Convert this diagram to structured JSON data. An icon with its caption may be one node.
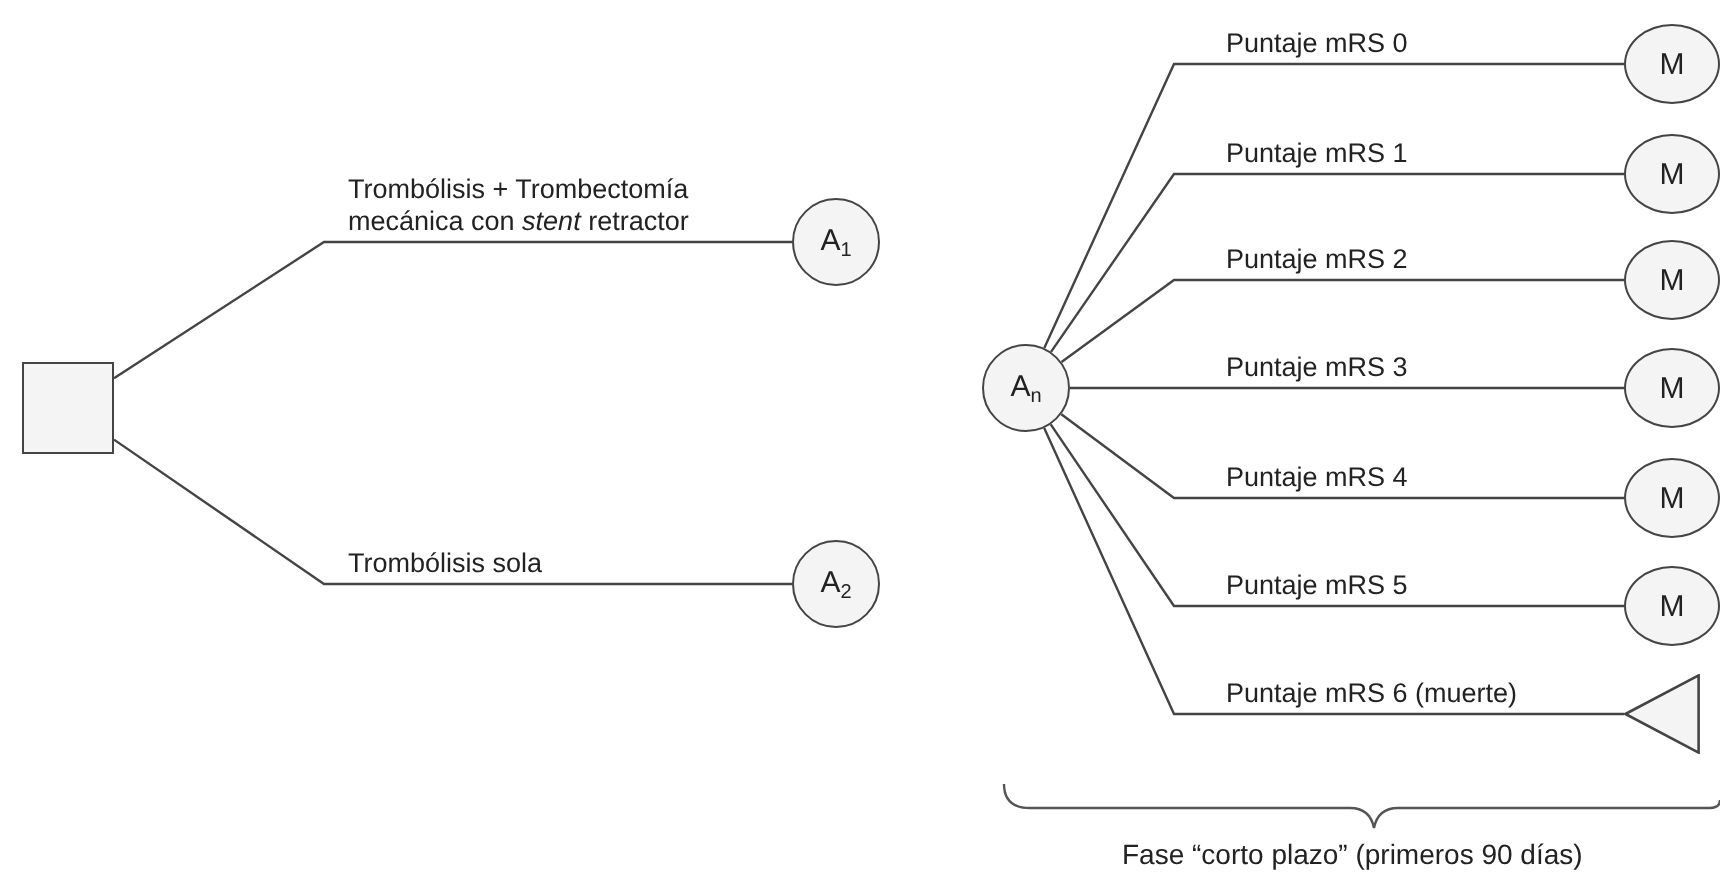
{
  "diagram": {
    "nodes": [
      {
        "text": [],
        "shape": "box"
      },
      {
        "text": [
          "A$_{1}$"
        ]
      },
      {
        "text": [
          "A$_{2}$"
        ]
      },
      {
        "text": [
          "A$_{n}$"
        ]
      },
      {
        "text": [
          "M"
        ]
      },
      {
        "text": [
          "M"
        ]
      },
      {
        "text": [
          "M"
        ]
      },
      {
        "text": [
          "M"
        ]
      },
      {
        "text": [
          "M"
        ]
      },
      {
        "text": [
          "M"
        ]
      },
      {
        "text": [],
        "shape": "triangle"
      }
    ],
    "edges": [
      {
        "from": 0,
        "to": 1,
        "arrow": "none",
        "label": "Trombólisis + Trombectomía mecánica con *stent* retractor"
      },
      {
        "from": 0,
        "to": 2,
        "arrow": "none",
        "label": "Trombólisis sola"
      },
      {
        "from": 3,
        "to": 4,
        "arrow": "none",
        "label": "Puntaje mRS 0"
      },
      {
        "from": 3,
        "to": 5,
        "arrow": "none",
        "label": "Puntaje mRS 1"
      },
      {
        "from": 3,
        "to": 6,
        "arrow": "none",
        "label": "Puntaje mRS 2"
      },
      {
        "from": 3,
        "to": 7,
        "arrow": "none",
        "label": "Puntaje mRS 3"
      },
      {
        "from": 3,
        "to": 8,
        "arrow": "none",
        "label": "Puntaje mRS 4"
      },
      {
        "from": 3,
        "to": 9,
        "arrow": "none",
        "label": "Puntaje mRS 5"
      },
      {
        "from": 3,
        "to": 10,
        "arrow": "none",
        "label": "Puntaje mRS 6 (muerte)"
      }
    ],
    "labels": [
      "Fase “corto plazo” (primeros 90 días)"
    ]
  }
}
